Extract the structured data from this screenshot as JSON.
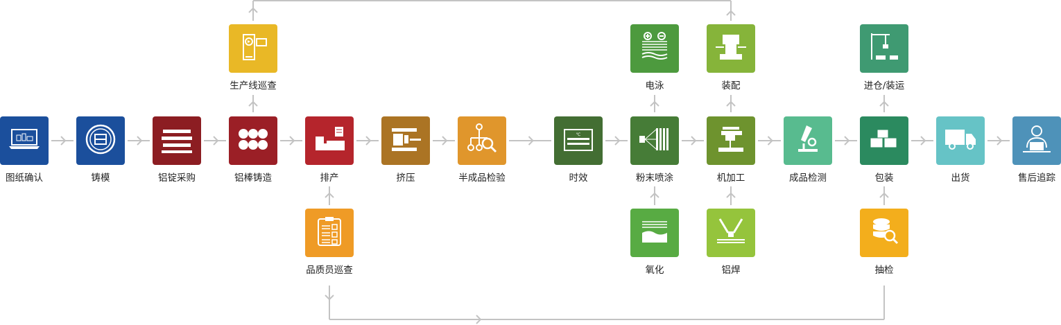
{
  "diagram": {
    "type": "process-flow",
    "main_flow": [
      {
        "id": "drawing-confirm",
        "label": "图纸确认",
        "icon": "laptop-blueprint-icon",
        "color": "#1b4f9c"
      },
      {
        "id": "mold-casting",
        "label": "铸模",
        "icon": "mold-icon",
        "color": "#1b4f9c"
      },
      {
        "id": "ingot-purchase",
        "label": "铝锭采购",
        "icon": "ingot-stack-icon",
        "color": "#8c1d22"
      },
      {
        "id": "billet-casting",
        "label": "铝棒铸造",
        "icon": "billet-circles-icon",
        "color": "#9b1f26"
      },
      {
        "id": "scheduling",
        "label": "排产",
        "icon": "factory-schedule-icon",
        "color": "#b5252c"
      },
      {
        "id": "extrusion",
        "label": "挤压",
        "icon": "extrusion-press-icon",
        "color": "#ab7424"
      },
      {
        "id": "semi-inspection",
        "label": "半成品检验",
        "icon": "tree-magnifier-icon",
        "color": "#e0962c"
      },
      {
        "id": "aging",
        "label": "时效",
        "icon": "aging-oven-icon",
        "color": "#436e33"
      },
      {
        "id": "powder-coating",
        "label": "粉末喷涂",
        "icon": "spray-icon",
        "color": "#467c37"
      },
      {
        "id": "machining",
        "label": "机加工",
        "icon": "cnc-machine-icon",
        "color": "#6e932e"
      },
      {
        "id": "final-inspection",
        "label": "成品检测",
        "icon": "microscope-icon",
        "color": "#58bb8f"
      },
      {
        "id": "packaging",
        "label": "包装",
        "icon": "boxes-icon",
        "color": "#2b8a5f"
      },
      {
        "id": "shipping",
        "label": "出货",
        "icon": "truck-icon",
        "color": "#66c3c6"
      },
      {
        "id": "after-sales",
        "label": "售后追踪",
        "icon": "support-agent-icon",
        "color": "#4e92b9"
      }
    ],
    "upper_branch": [
      {
        "id": "line-patrol",
        "label": "生产线巡查",
        "icon": "video-camera-icon",
        "color": "#e9b826",
        "attached_to": "billet-casting"
      },
      {
        "id": "electrophoresis",
        "label": "电泳",
        "icon": "electro-tank-icon",
        "color": "#4d9a3e",
        "attached_to": "powder-coating"
      },
      {
        "id": "assembly",
        "label": "装配",
        "icon": "assembly-icon",
        "color": "#86b43a",
        "attached_to": "machining"
      },
      {
        "id": "warehouse-loading",
        "label": "进仓/装运",
        "icon": "crane-warehouse-icon",
        "color": "#3f9a72",
        "attached_to": "packaging"
      }
    ],
    "lower_branch": [
      {
        "id": "qa-patrol",
        "label": "品质员巡查",
        "icon": "clipboard-check-icon",
        "color": "#ef9b26",
        "attached_to": "scheduling"
      },
      {
        "id": "anodizing",
        "label": "氧化",
        "icon": "anodizing-tank-icon",
        "color": "#58ab43",
        "attached_to": "powder-coating"
      },
      {
        "id": "welding",
        "label": "铝焊",
        "icon": "welding-robot-icon",
        "color": "#95c43c",
        "attached_to": "machining"
      },
      {
        "id": "sampling",
        "label": "抽检",
        "icon": "database-search-icon",
        "color": "#f3ae1c",
        "attached_to": "packaging"
      }
    ],
    "connector_color": "#c3c3c3"
  }
}
